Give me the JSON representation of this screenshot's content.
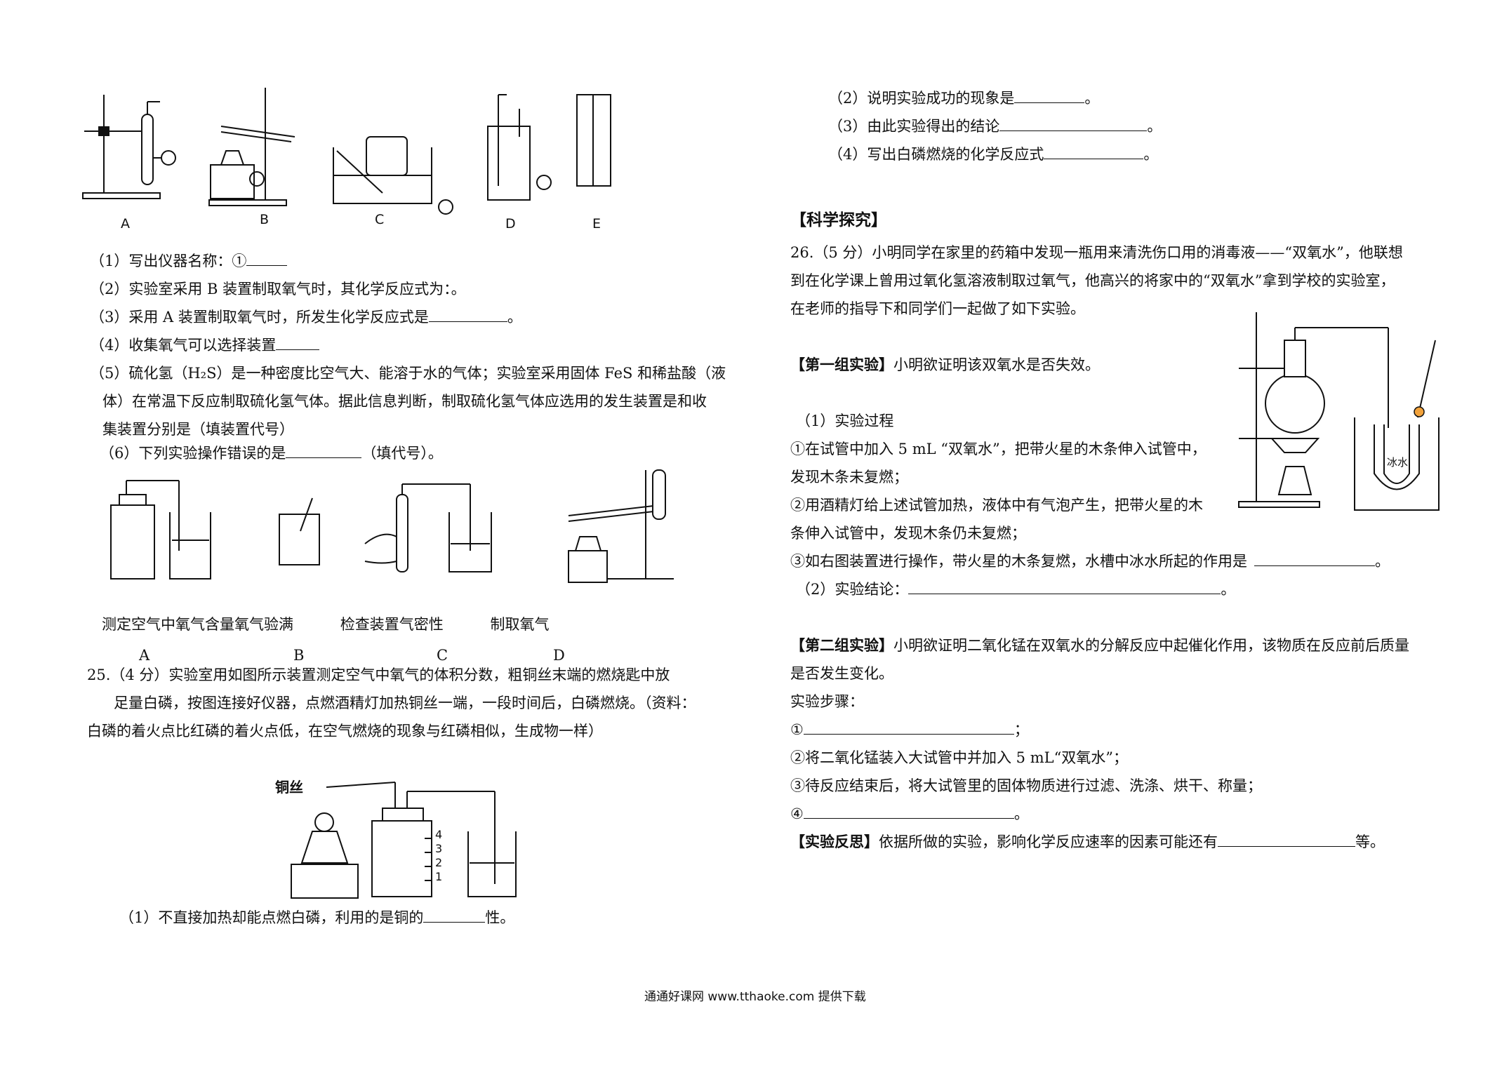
{
  "left": {
    "fig_labels": [
      "A",
      "B",
      "C",
      "D",
      "E"
    ],
    "q24": {
      "p1": "（1）写出仪器名称：①",
      "p2": "（2）实验室采用 B 装置制取氧气时，其化学反应式为：。",
      "p3a": "（3）采用 A 装置制取氧气时，所发生化学反应式是",
      "p3b": "。",
      "p4": "（4）收集氧气可以选择装置",
      "p5a": "（5）硫化氢（H₂S）是一种密度比空气大、能溶于水的气体；实验室采用固体 FeS 和稀盐酸（液",
      "p5b": "体）在常温下反应制取硫化氢气体。据此信息判断，制取硫化氢气体应选用的发生装置是和收",
      "p5c": "集装置分别是（填装置代号）",
      "p6a": "（6）下列实验操作错误的是",
      "p6b": "（填代号）。",
      "op_captions": "测定空气中氧气含量氧气验满          检查装置气密性          制取氧气",
      "op_letters": [
        "A",
        "B",
        "C",
        "D"
      ]
    },
    "q25": {
      "l1": "25.（4 分）实验室用如图所示装置测定空气中氧气的体积分数，粗铜丝末端的燃烧匙中放",
      "l2": "足量白磷，按图连接好仪器，点燃酒精灯加热铜丝一端，一段时间后，白磷燃烧。（资料：",
      "l3": "白磷的着火点比红磷的着火点低，在空气燃烧的现象与红磷相似，生成物一样）",
      "wire_label": "铜丝",
      "scale": [
        "4",
        "3",
        "2",
        "1"
      ],
      "p1a": "（1）不直接加热却能点燃白磷，利用的是铜的",
      "p1b": "性。"
    }
  },
  "right": {
    "q25_cont": {
      "p2a": "（2）说明实验成功的现象是",
      "p2b": "。",
      "p3a": "（3）由此实验得出的结论",
      "p3b": "。",
      "p4a": "（4）写出白磷燃烧的化学反应式",
      "p4b": "。"
    },
    "section": "【科学探究】",
    "q26": {
      "l1": "26.（5 分）小明同学在家里的药箱中发现一瓶用来清洗伤口用的消毒液——“双氧水”，他联想",
      "l2": "到在化学课上曾用过氧化氢溶液制取过氧气，他高兴的将家中的“双氧水”拿到学校的实验室，",
      "l3": "在老师的指导下和同学们一起做了如下实验。",
      "g1_head": "【第一组实验】",
      "g1_text": "小明欲证明该双氧水是否失效。",
      "proc": "（1）实验过程",
      "s1a": "①在试管中加入 5 mL “双氧水”，把带火星的木条伸入试管中，",
      "s1b": "发现木条未复燃；",
      "s2a": "②用酒精灯给上述试管加热，液体中有气泡产生，把带火星的木",
      "s2b": "条伸入试管中，发现木条仍未复燃；",
      "s3a": "③如右图装置进行操作，带火星的木条复燃，水槽中冰水所起的作用是",
      "s3b": "。",
      "concl_a": "（2）实验结论：",
      "concl_b": "。",
      "g2_head": "【第二组实验】",
      "g2_l1": "小明欲证明二氧化锰在双氧水的分解反应中起催化作用，该物质在反应前后质量",
      "g2_l2": "是否发生变化。",
      "steps": "实验步骤：",
      "st1a": "①",
      "st1b": "；",
      "st2": "②将二氧化锰装入大试管中并加入 5 mL“双氧水”；",
      "st3": "③待反应结束后，将大试管里的固体物质进行过滤、洗涤、烘干、称量；",
      "st4a": "④",
      "st4b": "。",
      "refl_head": "【实验反思】",
      "refl_a": "依据所做的实验，影响化学反应速率的因素可能还有",
      "refl_b": "等。",
      "trough_label": "冰水"
    }
  },
  "footer": "通通好课网 www.tthaoke.com 提供下载"
}
